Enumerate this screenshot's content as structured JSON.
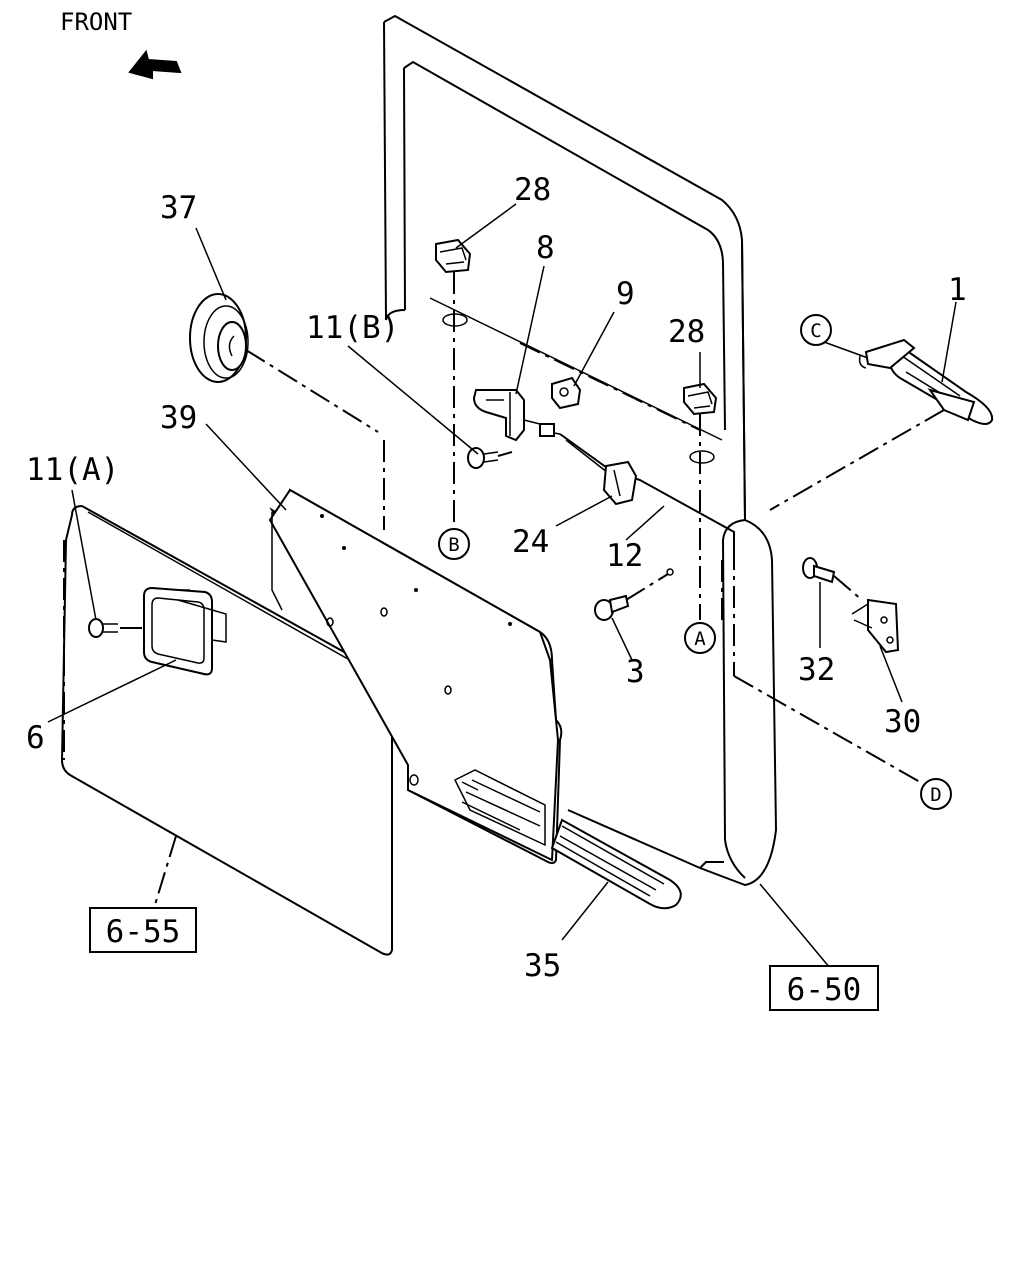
{
  "orientation": {
    "label": "FRONT"
  },
  "callouts": {
    "c1": "1",
    "c3": "3",
    "c6": "6",
    "c8": "8",
    "c9": "9",
    "c11a": "11(A)",
    "c11b": "11(B)",
    "c12": "12",
    "c24": "24",
    "c28a": "28",
    "c28b": "28",
    "c30": "30",
    "c32": "32",
    "c35": "35",
    "c37": "37",
    "c39": "39"
  },
  "circled": {
    "a": "A",
    "b": "B",
    "c": "C",
    "d": "D"
  },
  "references": {
    "r655": "6-55",
    "r650": "6-50"
  }
}
